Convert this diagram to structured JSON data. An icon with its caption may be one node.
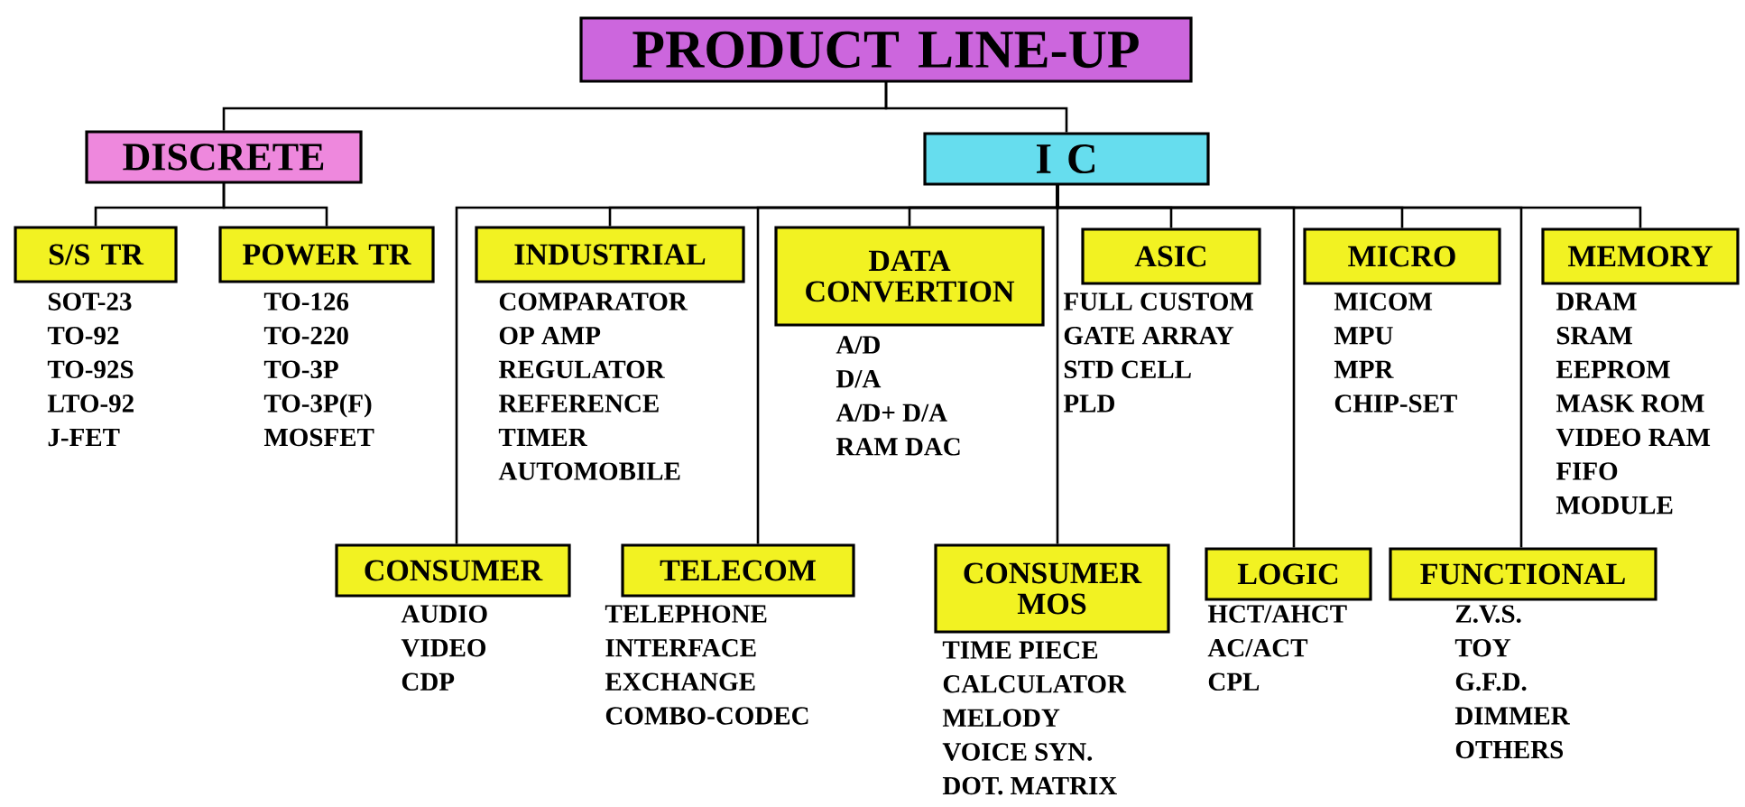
{
  "diagram": {
    "nodes": [
      {
        "text": [
          "PRODUCT LINE-UP"
        ]
      },
      {
        "text": [
          "DISCRETE"
        ]
      },
      {
        "text": [
          "I C"
        ]
      },
      {
        "text": [
          "S/S TR"
        ],
        "beside": [
          "SOT-23",
          "TO-92",
          "TO-92S",
          "LTO-92",
          "J-FET"
        ]
      },
      {
        "text": [
          "POWER TR"
        ],
        "beside": [
          "TO-126",
          "TO-220",
          "TO-3P",
          "TO-3P(F)",
          "MOSFET"
        ]
      },
      {
        "text": [
          "INDUSTRIAL"
        ],
        "beside": [
          "COMPARATOR",
          "OP AMP",
          "REGULATOR",
          "REFERENCE",
          "TIMER",
          "AUTOMOBILE"
        ]
      },
      {
        "text": [
          "DATA CONVERTION"
        ],
        "beside": [
          "A/D",
          "D/A",
          "A/D+ D/A",
          "RAM DAC"
        ]
      },
      {
        "text": [
          "ASIC"
        ],
        "beside": [
          "FULL CUSTOM",
          "GATE ARRAY",
          "STD CELL",
          "PLD"
        ]
      },
      {
        "text": [
          "MICRO"
        ],
        "beside": [
          "MICOM",
          "MPU",
          "MPR",
          "CHIP-SET"
        ]
      },
      {
        "text": [
          "MEMORY"
        ],
        "beside": [
          "DRAM",
          "SRAM",
          "EEPROM",
          "MASK ROM",
          "VIDEO RAM",
          "FIFO",
          "MODULE"
        ]
      },
      {
        "text": [
          "CONSUMER"
        ],
        "beside": [
          "AUDIO",
          "VIDEO",
          "CDP"
        ]
      },
      {
        "text": [
          "TELECOM"
        ],
        "beside": [
          "TELEPHONE",
          "INTERFACE",
          "EXCHANGE",
          "COMBO-CODEC"
        ]
      },
      {
        "text": [
          "CONSUMER MOS"
        ],
        "beside": [
          "TIME PIECE",
          "CALCULATOR",
          "MELODY",
          "VOICE SYN.",
          "DOT. MATRIX"
        ]
      },
      {
        "text": [
          "LOGIC"
        ],
        "beside": [
          "HCT/AHCT",
          "AC/ACT",
          "CPL"
        ]
      },
      {
        "text": [
          "FUNCTIONAL"
        ],
        "beside": [
          "Z.V.S.",
          "TOY",
          "G.F.D.",
          "DIMMER",
          "OTHERS"
        ]
      }
    ],
    "edges": [
      {
        "from": 0,
        "to": 1,
        "arrow": "none"
      },
      {
        "from": 0,
        "to": 2,
        "arrow": "none"
      },
      {
        "from": 1,
        "to": 3,
        "arrow": "none"
      },
      {
        "from": 1,
        "to": 4,
        "arrow": "none"
      },
      {
        "from": 2,
        "to": 5,
        "arrow": "none"
      },
      {
        "from": 2,
        "to": 6,
        "arrow": "none"
      },
      {
        "from": 2,
        "to": 7,
        "arrow": "none"
      },
      {
        "from": 2,
        "to": 8,
        "arrow": "none"
      },
      {
        "from": 2,
        "to": 9,
        "arrow": "none"
      },
      {
        "from": 2,
        "to": 10,
        "arrow": "none"
      },
      {
        "from": 2,
        "to": 11,
        "arrow": "none"
      },
      {
        "from": 2,
        "to": 12,
        "arrow": "none"
      },
      {
        "from": 2,
        "to": 13,
        "arrow": "none"
      },
      {
        "from": 2,
        "to": 14,
        "arrow": "none"
      }
    ]
  }
}
